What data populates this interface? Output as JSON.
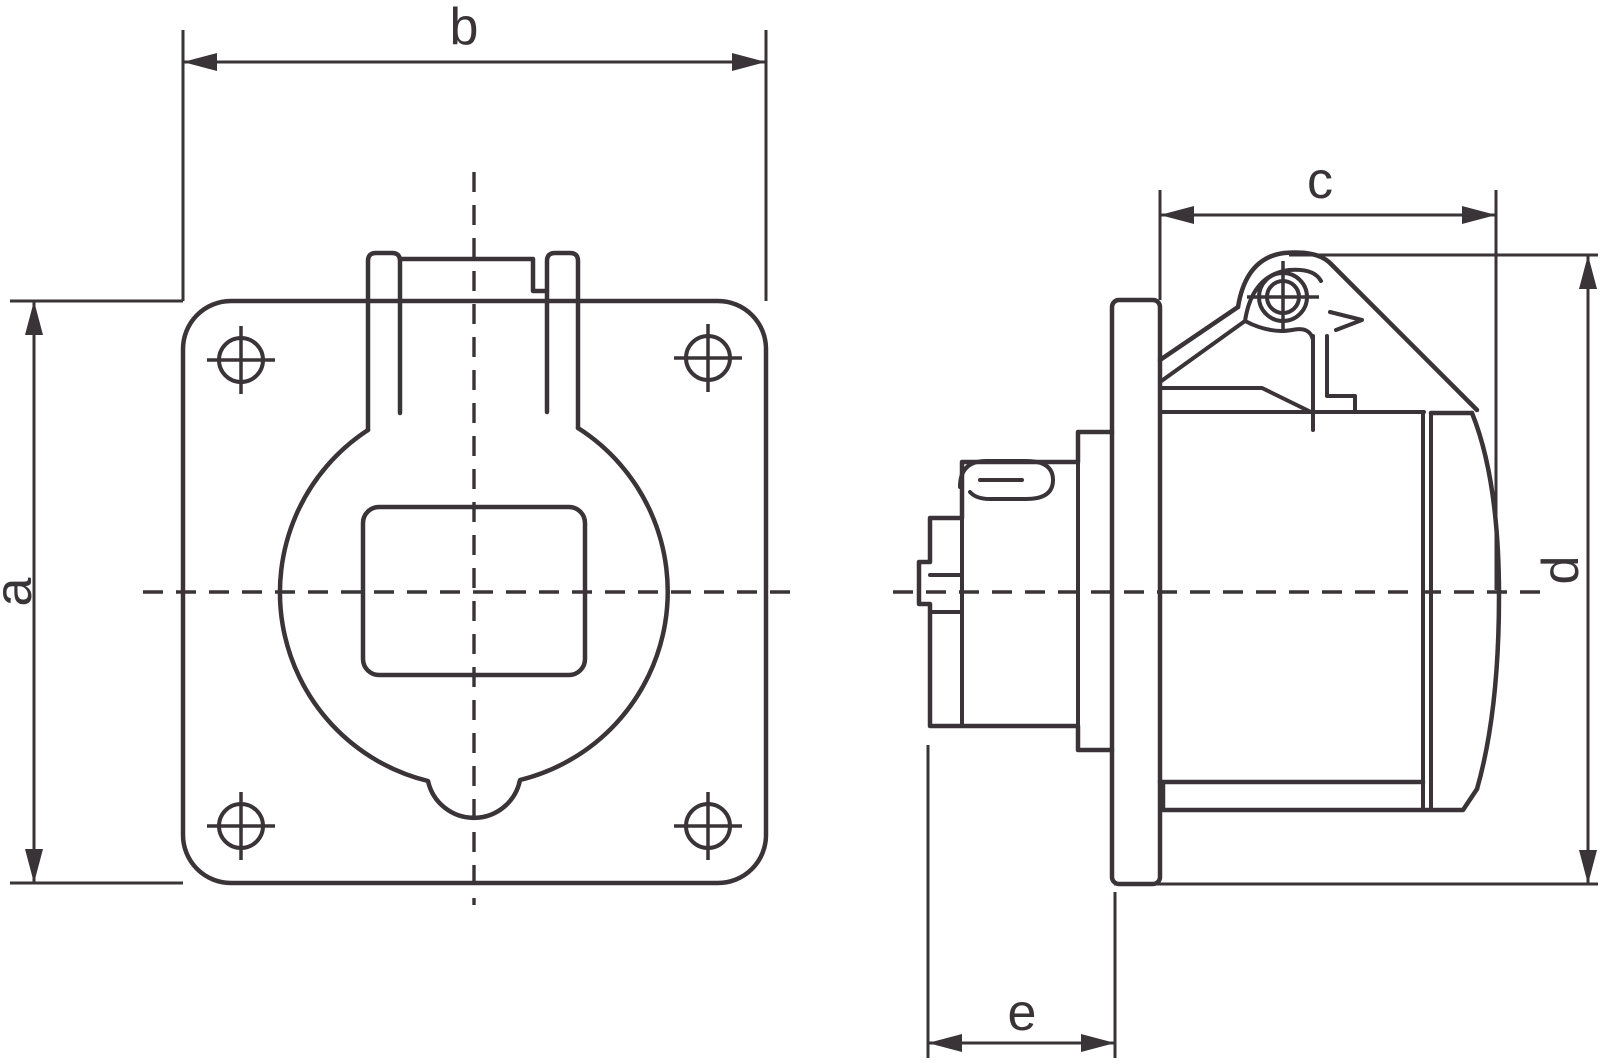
{
  "drawing": {
    "type": "technical-dimension-drawing",
    "subject": "panel-mount industrial socket, front and side orthographic views",
    "colors": {
      "ink": "#3a3337",
      "background": "#ffffff"
    },
    "dimensions": {
      "a": {
        "label": "a"
      },
      "b": {
        "label": "b"
      },
      "c": {
        "label": "c"
      },
      "d": {
        "label": "d"
      },
      "e": {
        "label": "e"
      }
    }
  }
}
